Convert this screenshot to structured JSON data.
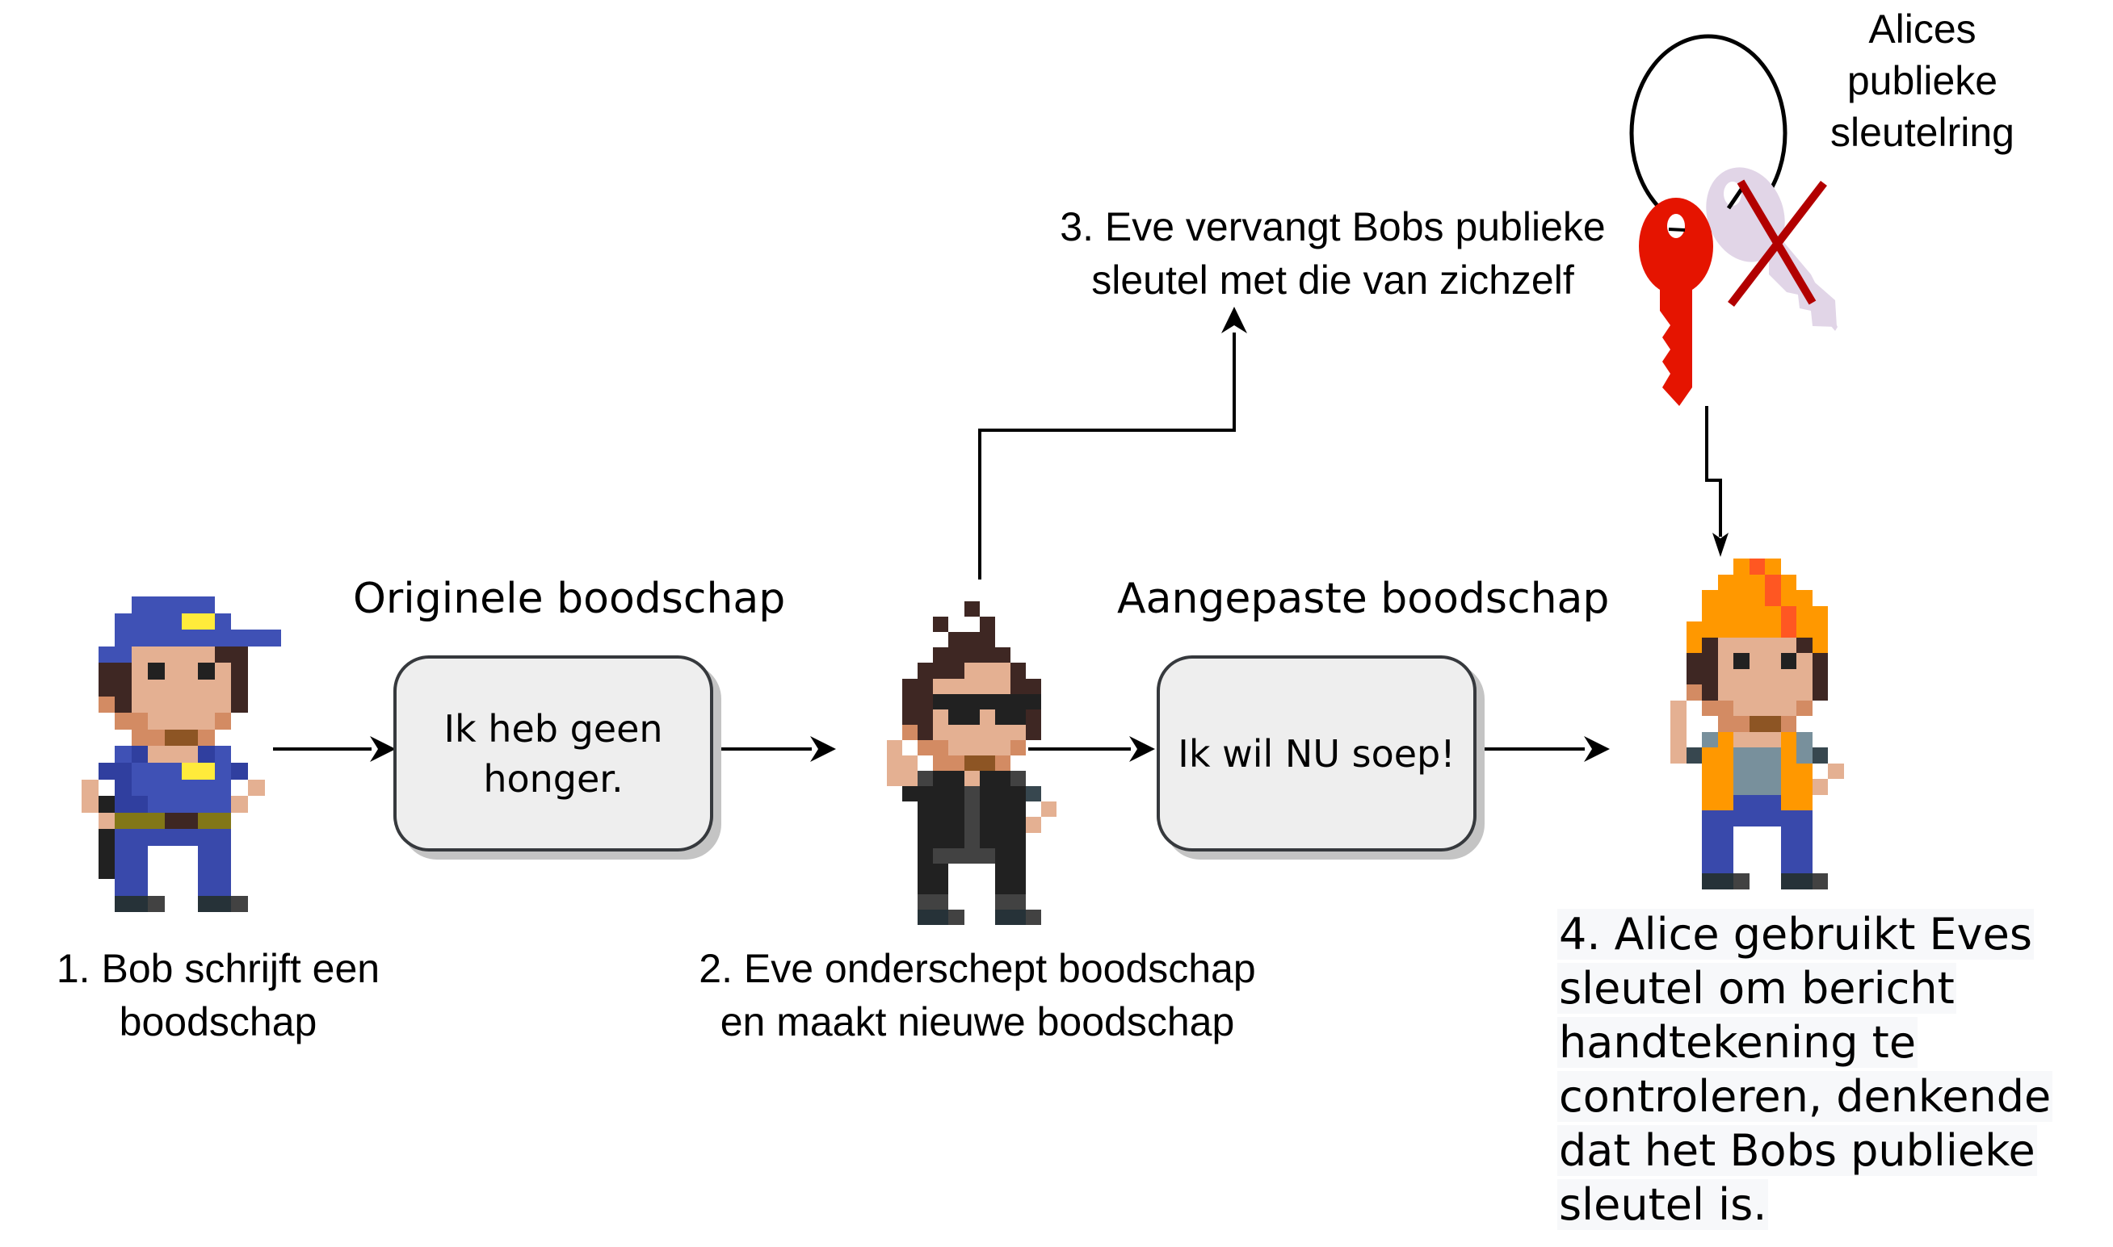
{
  "diagram": {
    "actors": [
      {
        "id": "bob",
        "name": "Bob",
        "caption": "1. Bob schrijft een\nboodschap"
      },
      {
        "id": "eve",
        "name": "Eve",
        "caption": "2. Eve onderschept boodschap\nen maakt nieuwe boodschap"
      },
      {
        "id": "alice",
        "name": "Alice",
        "caption": "4. Alice gebruikt Eves sleutel om bericht handtekening te controleren, denkende dat het Bobs publieke sleutel is."
      }
    ],
    "messages": [
      {
        "heading": "Originele boodschap",
        "text": "Ik heb geen\nhonger."
      },
      {
        "heading": "Aangepaste boodschap",
        "text": "Ik wil NU soep!"
      }
    ],
    "step3": {
      "caption": "3. Eve vervangt Bobs publieke\nsleutel met die van zichzelf"
    },
    "keyring": {
      "label": "Alices\npublieke\nsleutelring",
      "active_key_color": "#e51400",
      "replaced_key_color": "#e1d5e7",
      "cross_color": "#b20000"
    },
    "alice_caption_lines": [
      "4. Alice gebruikt Eves",
      "sleutel om bericht",
      "handtekening te",
      "controleren, denkende",
      "dat het Bobs publieke",
      "sleutel is."
    ]
  }
}
